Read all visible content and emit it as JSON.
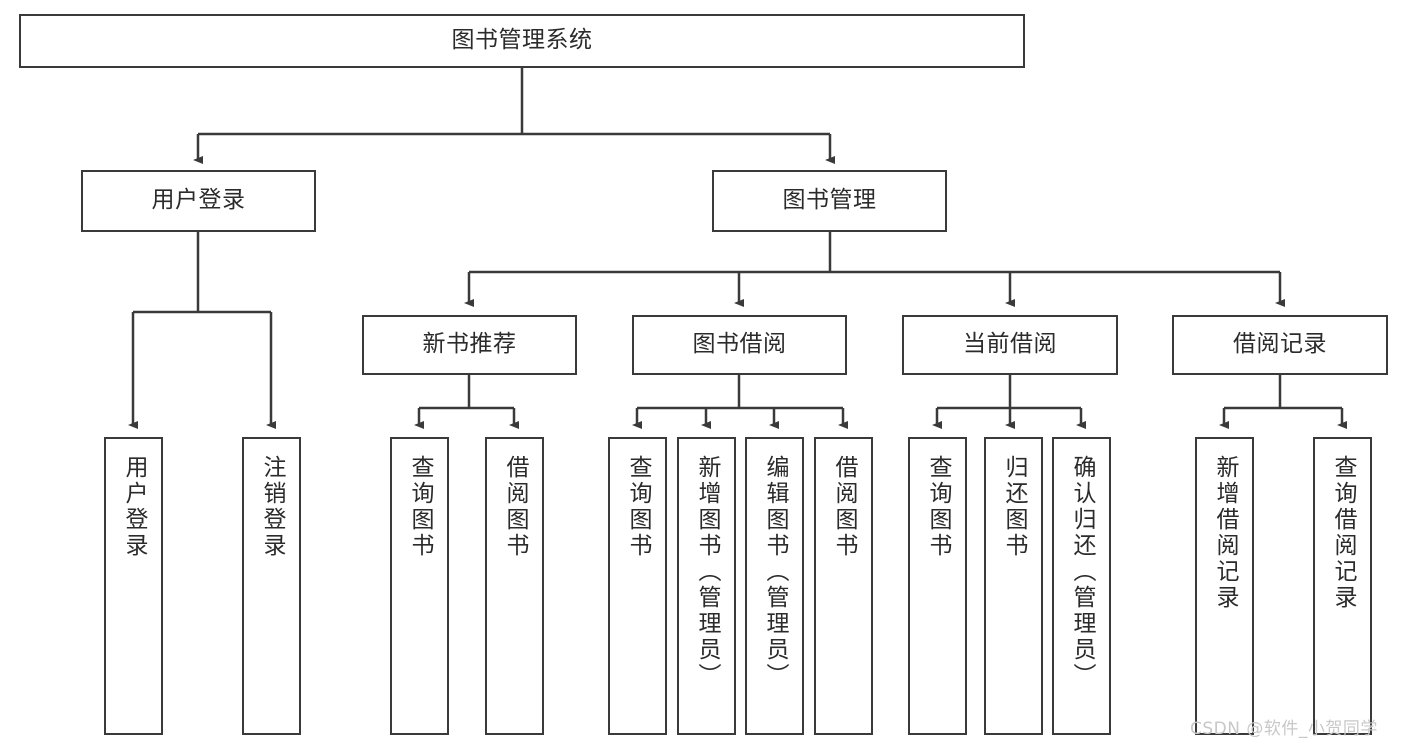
{
  "diagram": {
    "type": "tree",
    "title": "图书管理系统",
    "watermark": "CSDN @软件_小贺同学",
    "colors": {
      "box_border": "#3a3a3a",
      "box_fill": "#ffffff",
      "connector": "#3a3a3a",
      "text": "#2b2b2b",
      "watermark": "#c8c8c8"
    },
    "nodes": {
      "root": {
        "label": "图书管理系统"
      },
      "level2": [
        {
          "label": "用户登录"
        },
        {
          "label": "图书管理"
        }
      ],
      "level3": [
        {
          "label": "新书推荐"
        },
        {
          "label": "图书借阅"
        },
        {
          "label": "当前借阅"
        },
        {
          "label": "借阅记录"
        }
      ],
      "leaves": {
        "user_login": [
          {
            "label": "用户登录"
          },
          {
            "label": "注销登录"
          }
        ],
        "new_book_recommend": [
          {
            "label": "查询图书"
          },
          {
            "label": "借阅图书"
          }
        ],
        "book_borrow": [
          {
            "label": "查询图书"
          },
          {
            "label": "新增图书（管理员）"
          },
          {
            "label": "编辑图书（管理员）"
          },
          {
            "label": "借阅图书"
          }
        ],
        "current_borrow": [
          {
            "label": "查询图书"
          },
          {
            "label": "归还图书"
          },
          {
            "label": "确认归还（管理员）"
          }
        ],
        "borrow_record": [
          {
            "label": "新增借阅记录"
          },
          {
            "label": "查询借阅记录"
          }
        ]
      }
    }
  }
}
